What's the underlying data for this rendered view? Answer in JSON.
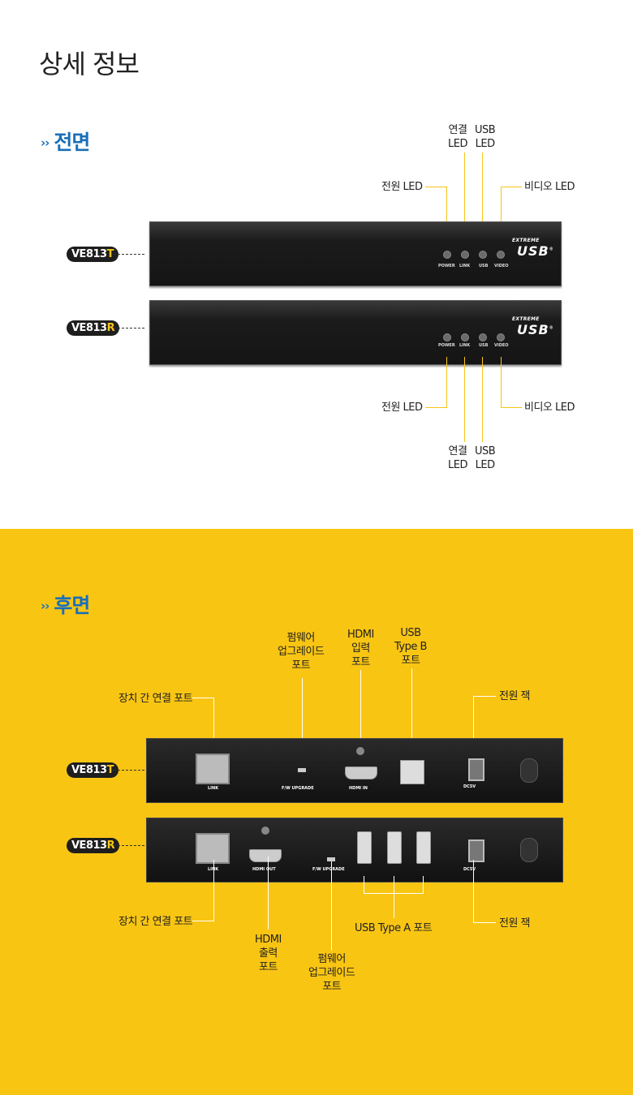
{
  "page_title": "상세 정보",
  "front": {
    "section_arrow": "››",
    "section_title": "전면",
    "labels": {
      "link_led": "연결\nLED",
      "usb_led": "USB\nLED",
      "power_led": "전원 LED",
      "video_led": "비디오 LED"
    },
    "led_labels": [
      "POWER",
      "LINK",
      "USB",
      "VIDEO"
    ],
    "logo_top": "EXTREME",
    "logo_main": "USB",
    "logo_reg": "®"
  },
  "rear": {
    "section_arrow": "››",
    "section_title": "후면",
    "labels": {
      "firmware_port": "펌웨어\n업그레이드\n포트",
      "hdmi_in_port": "HDMI\n입력\n포트",
      "usb_type_b_port": "USB\nType B\n포트",
      "link_port": "장치 간 연결 포트",
      "power_jack": "전원 잭",
      "hdmi_out_port": "HDMI\n출력\n포트",
      "usb_type_a_port": "USB Type A 포트"
    },
    "tx_port_labels": [
      "LINK",
      "F/W UPGRADE",
      "HDMI  IN",
      "DC5V"
    ],
    "rx_port_labels": [
      "LINK",
      "HDMI OUT",
      "F/W UPGRADE",
      "DC5V"
    ]
  },
  "models": {
    "t_prefix": "VE813",
    "t_suffix": "T",
    "r_prefix": "VE813",
    "r_suffix": "R"
  },
  "colors": {
    "accent_blue": "#1a6fb8",
    "accent_yellow": "#f9c513",
    "line_yellow": "#f5c518"
  }
}
